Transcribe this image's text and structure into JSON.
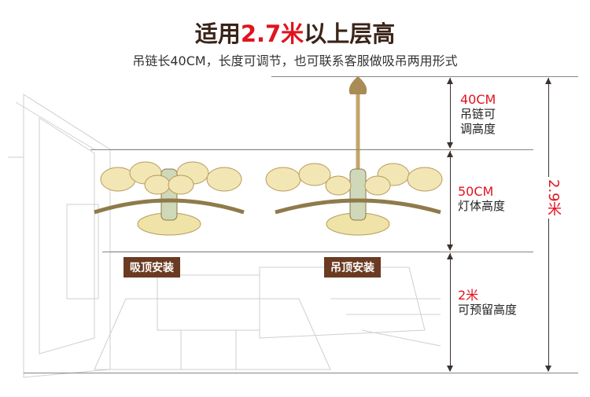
{
  "title": {
    "prefix": "适用",
    "highlight": "2.7米",
    "suffix": "以上层高"
  },
  "subtitle": "吊链长40CM，长度可调节，也可联系客服做吸吊两用形式",
  "dimensions": [
    {
      "value": "40CM",
      "desc1": "吊链可",
      "desc2": "调高度"
    },
    {
      "value": "50CM",
      "desc1": "灯体高度",
      "desc2": ""
    },
    {
      "value": "2米",
      "desc1": "可预留高度",
      "desc2": ""
    }
  ],
  "total_height": "2.9米",
  "install_labels": {
    "flush": "吸顶安装",
    "pendant": "吊顶安装"
  },
  "colors": {
    "accent_red": "#e0141e",
    "brown": "#6b3a22"
  }
}
